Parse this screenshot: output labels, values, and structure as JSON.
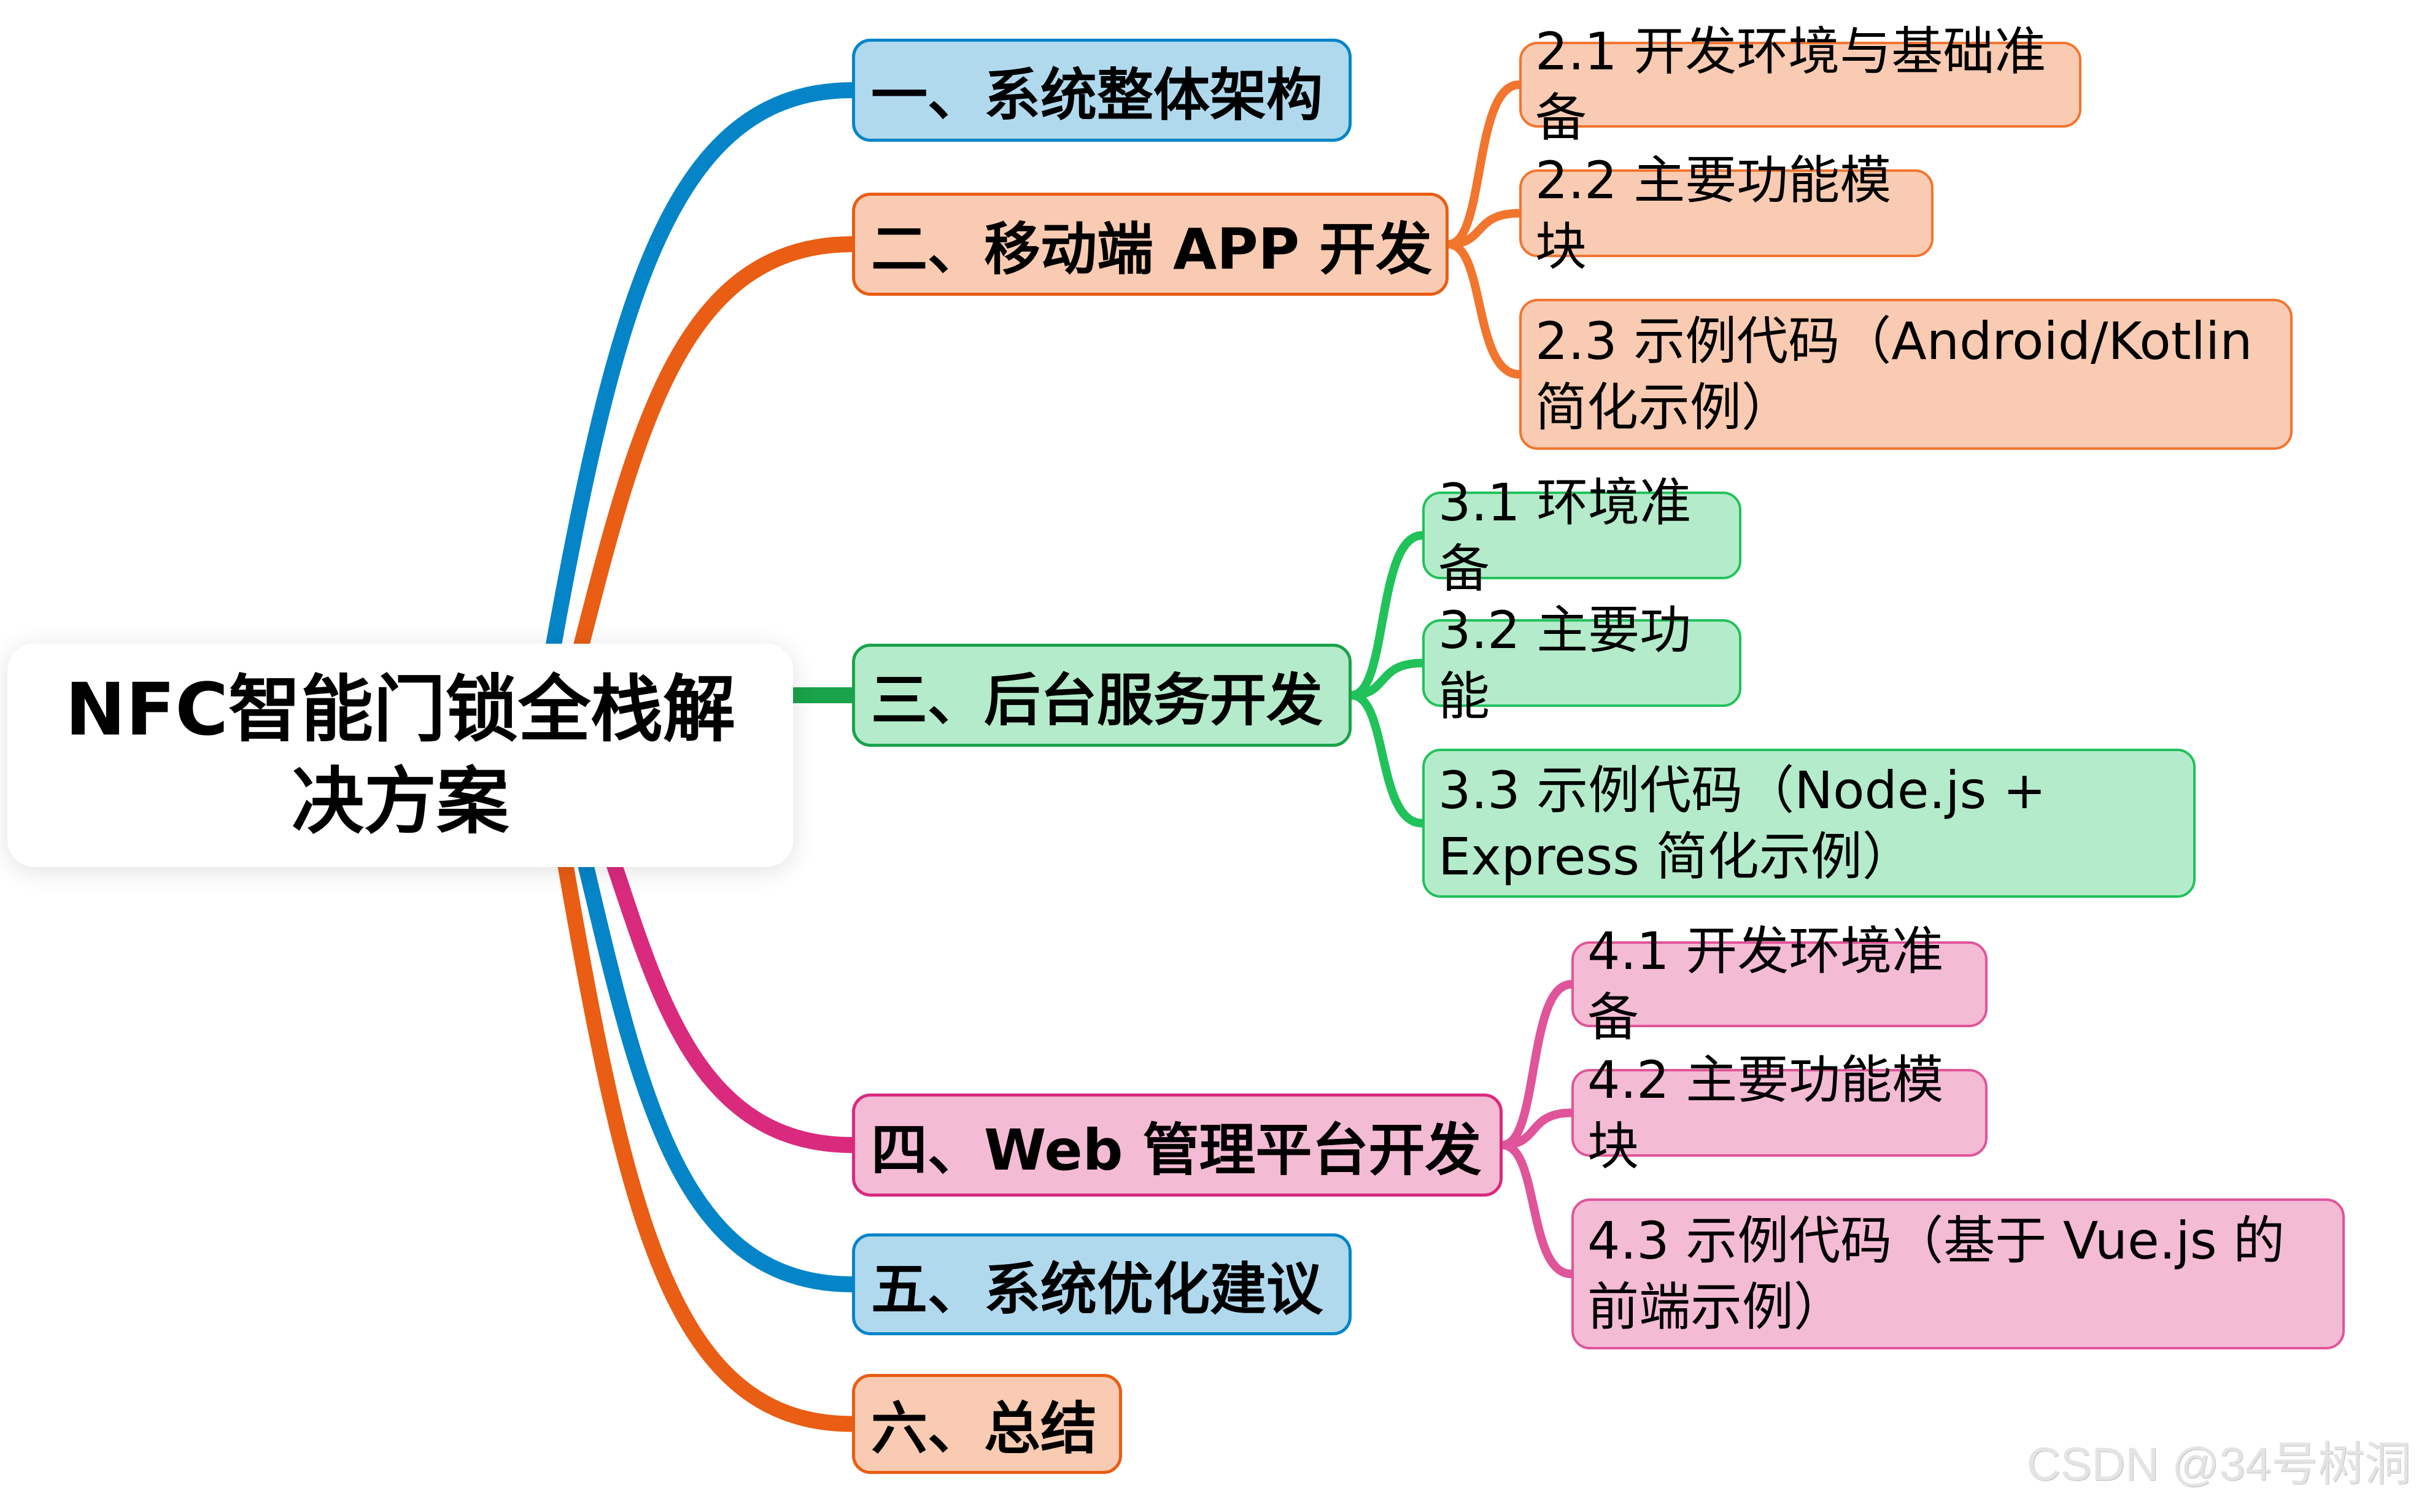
{
  "root": {
    "title": "NFC智能门锁全栈解决方案"
  },
  "colors": {
    "blue": "#0585c8",
    "orange": "#e95d14",
    "green": "#1aa34a",
    "pink": "#d92a7e",
    "orange_sub": "#f2752e",
    "green_sub": "#21c25a",
    "pink_sub": "#e0549a"
  },
  "branches": [
    {
      "label": "一、系统整体架构",
      "color": "blue",
      "children": []
    },
    {
      "label": "二、移动端 APP 开发",
      "color": "orange",
      "children": [
        {
          "label": "2.1 开发环境与基础准备"
        },
        {
          "label": "2.2 主要功能模块"
        },
        {
          "label": "2.3 示例代码（Android/Kotlin 简化示例）"
        }
      ]
    },
    {
      "label": "三、后台服务开发",
      "color": "green",
      "children": [
        {
          "label": "3.1 环境准备"
        },
        {
          "label": "3.2 主要功能"
        },
        {
          "label": "3.3 示例代码（Node.js + Express 简化示例）"
        }
      ]
    },
    {
      "label": "四、Web 管理平台开发",
      "color": "pink",
      "children": [
        {
          "label": "4.1 开发环境准备"
        },
        {
          "label": "4.2 主要功能模块"
        },
        {
          "label": "4.3 示例代码（基于 Vue.js 的前端示例）"
        }
      ]
    },
    {
      "label": "五、系统优化建议",
      "color": "blue",
      "children": []
    },
    {
      "label": "六、总结",
      "color": "orange",
      "children": []
    }
  ],
  "watermark": "CSDN @34号树洞"
}
